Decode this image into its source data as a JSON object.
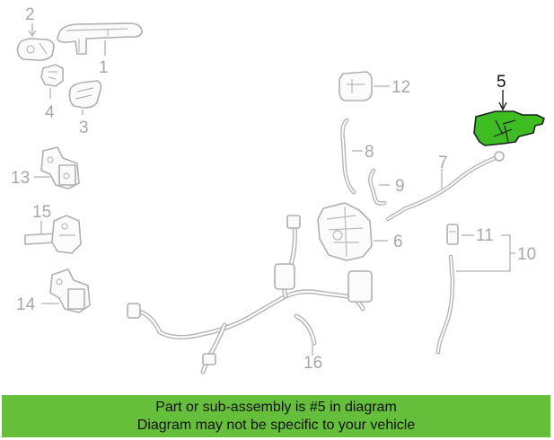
{
  "callouts": {
    "c1": "1",
    "c2": "2",
    "c3": "3",
    "c4": "4",
    "c5": "5",
    "c6": "6",
    "c7": "7",
    "c8": "8",
    "c9": "9",
    "c10": "10",
    "c11": "11",
    "c12": "12",
    "c13": "13",
    "c14": "14",
    "c15": "15",
    "c16": "16"
  },
  "highlight": {
    "part_number": "5",
    "color": "#3dbd22"
  },
  "banner": {
    "line1": "Part or sub-assembly is #5 in diagram",
    "line2": "Diagram may not be specific to your vehicle",
    "background": "#65bf3a"
  }
}
